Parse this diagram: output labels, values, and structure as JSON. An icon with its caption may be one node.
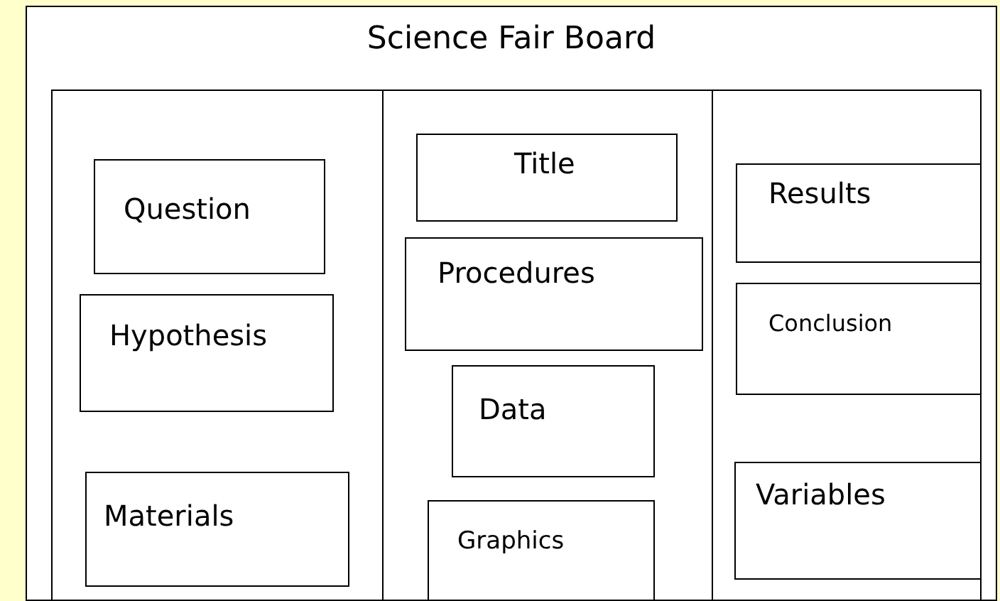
{
  "diagram": {
    "nodes": [
      {
        "text": [
          "Science Fair Board"
        ]
      },
      {
        "text": [],
        "shape": "box",
        "in": 0
      },
      {
        "text": [],
        "shape": "box",
        "in": 0
      },
      {
        "text": [],
        "shape": "box",
        "in": 0
      },
      {
        "text": [
          "Question"
        ],
        "in": 1
      },
      {
        "text": [
          "Hypothesis"
        ],
        "in": 1
      },
      {
        "text": [
          "Materials"
        ],
        "in": 1
      },
      {
        "text": [
          "Title"
        ],
        "in": 2
      },
      {
        "text": [
          "Procedures"
        ],
        "in": 2
      },
      {
        "text": [
          "Data"
        ],
        "in": 2
      },
      {
        "text": [
          "Graphics"
        ],
        "in": 2
      },
      {
        "text": [
          "Results"
        ],
        "in": 3
      },
      {
        "text": [
          "Conclusion"
        ],
        "in": 3
      },
      {
        "text": [
          "Variables"
        ],
        "in": 3
      }
    ],
    "edges": []
  }
}
